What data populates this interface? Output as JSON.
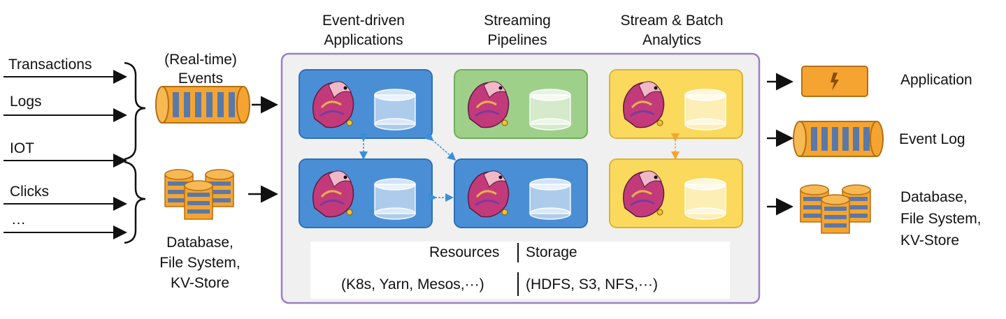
{
  "inputs": {
    "sources": [
      "Transactions",
      "Logs",
      "IOT",
      "Clicks",
      "…"
    ],
    "realtime_events": [
      "(Real-time)",
      "Events"
    ],
    "database": [
      "Database,",
      "File System,",
      "KV-Store"
    ]
  },
  "categories": [
    "Event-driven\nApplications",
    "Streaming\nPipelines",
    "Stream & Batch\nAnalytics"
  ],
  "category_lines": [
    [
      "Event-driven",
      "Applications"
    ],
    [
      "Streaming",
      "Pipelines"
    ],
    [
      "Stream & Batch",
      "Analytics"
    ]
  ],
  "footer": {
    "resources": "Resources",
    "storage": "Storage",
    "resources_list": "(K8s, Yarn, Mesos,···)",
    "storage_list": "(HDFS, S3, NFS,···)"
  },
  "outputs": {
    "application": "Application",
    "event_log": "Event Log",
    "database": [
      "Database,",
      "File System,",
      "KV-Store"
    ]
  },
  "colors": {
    "blue_card": "#4a8fd6",
    "green_card": "#9fd08a",
    "yellow_card": "#fbd95c",
    "orange": "#f5a431",
    "frame": "#9b7fc0",
    "platform_bg": "#f0f0f0"
  }
}
